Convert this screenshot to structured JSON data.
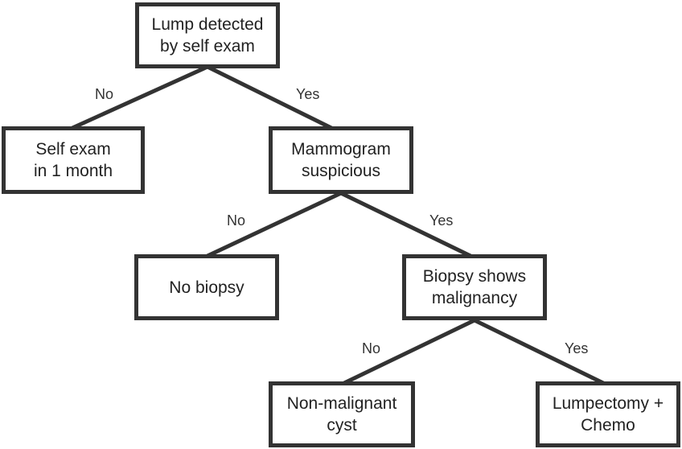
{
  "diagram": {
    "line_color": "#333333",
    "nodes": {
      "lump": {
        "line1": "Lump detected",
        "line2": "by self exam"
      },
      "self_exam": {
        "line1": "Self exam",
        "line2": "in 1 month"
      },
      "mammogram": {
        "line1": "Mammogram",
        "line2": "suspicious"
      },
      "no_biopsy": {
        "line1": "No biopsy"
      },
      "biopsy": {
        "line1": "Biopsy shows",
        "line2": "malignancy"
      },
      "non_malignant": {
        "line1": "Non-malignant",
        "line2": "cyst"
      },
      "lumpectomy": {
        "line1": "Lumpectomy +",
        "line2": "Chemo"
      }
    },
    "edges": {
      "lump_no": "No",
      "lump_yes": "Yes",
      "mammogram_no": "No",
      "mammogram_yes": "Yes",
      "biopsy_no": "No",
      "biopsy_yes": "Yes"
    }
  }
}
